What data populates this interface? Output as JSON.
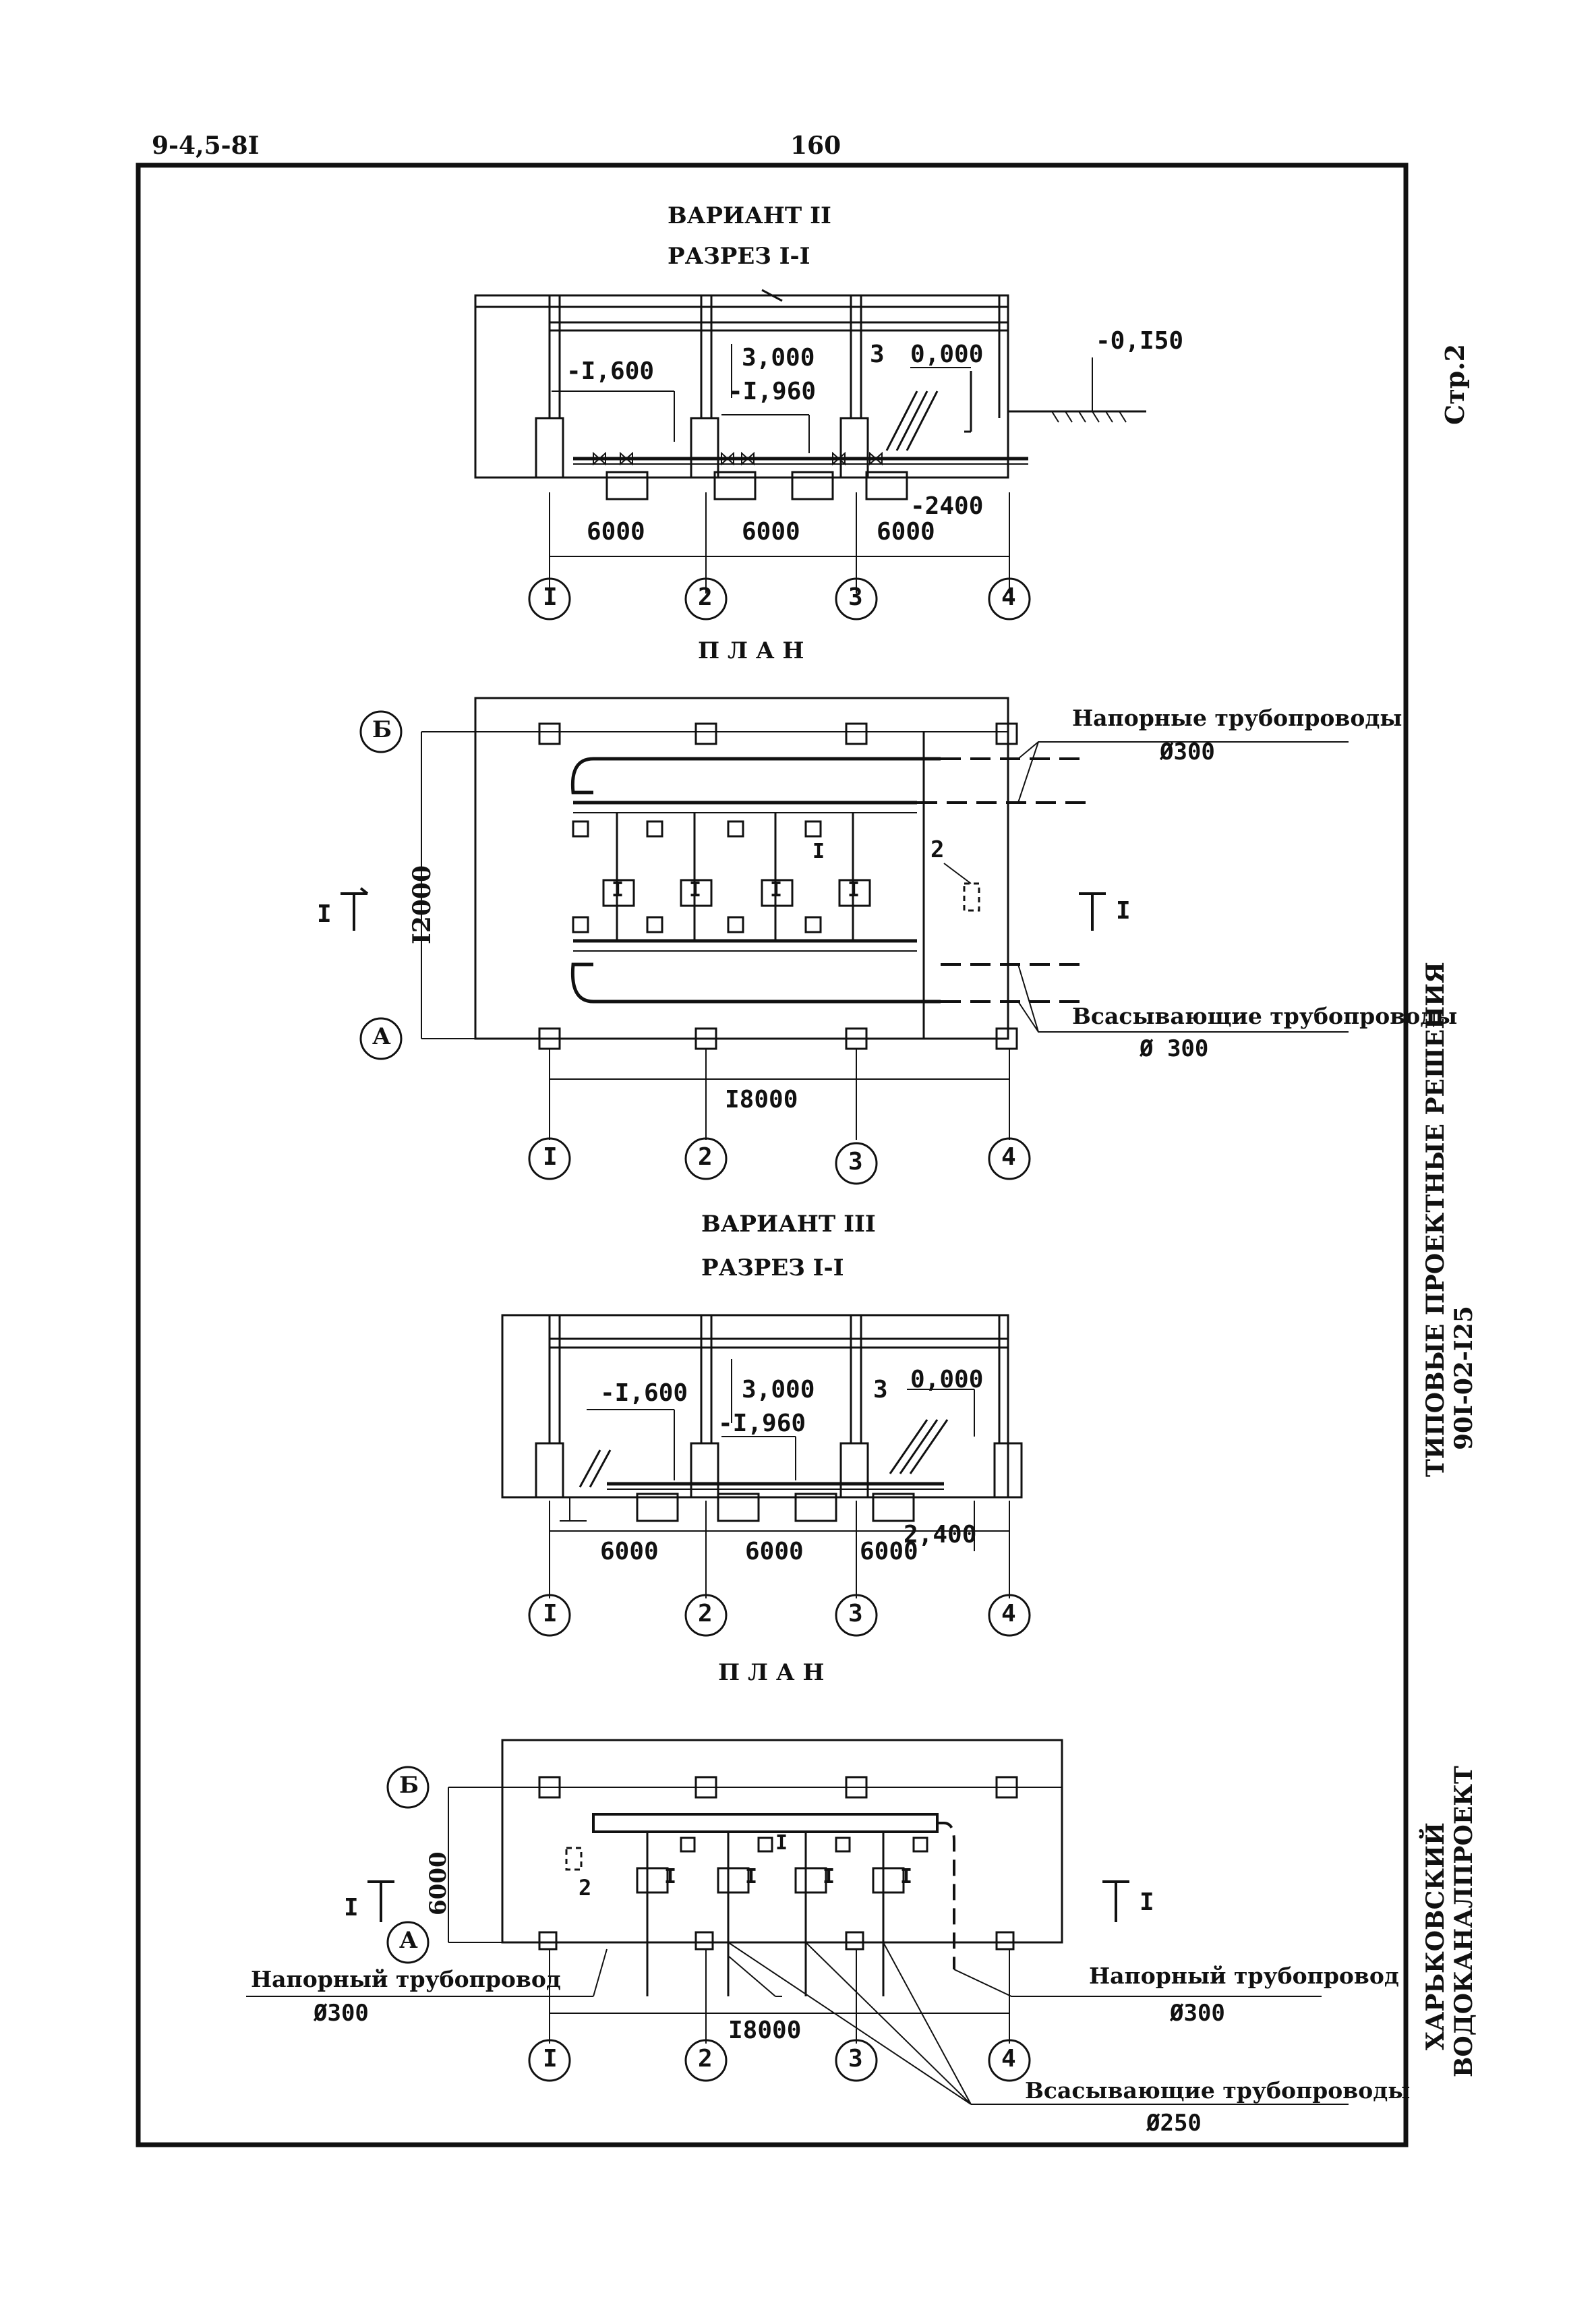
{
  "header": {
    "doc_code": "9-4,5-8I",
    "page_number": "160"
  },
  "side": {
    "sheet": "Стр.2",
    "series_title": "ТИПОВЫЕ ПРОЕКТНЫЕ РЕШЕНИЯ",
    "series_code": "90I-02-I25",
    "org_line1": "ХАРЬКОВСКИЙ",
    "org_line2": "ВОДОКАНАЛПРОЕКТ"
  },
  "v2": {
    "title": "ВАРИАНТ II",
    "section_title": "РАЗРЕЗ I-I",
    "plan_title": "П Л А Н",
    "levels": [
      "-I,600",
      "3,000",
      "-I,960",
      "0,000",
      "-0,I50",
      "-2400",
      "3"
    ],
    "spans": [
      "6000",
      "6000",
      "6000"
    ],
    "axes": [
      "I",
      "2",
      "3",
      "4"
    ],
    "rows": [
      "Б",
      "А"
    ],
    "pump_mark": "I",
    "item2": "2",
    "cut_mark": "I",
    "width_dim": "I2000",
    "length_dim": "I8000",
    "discharge_label": "Напорные трубопроводы",
    "discharge_dia": "Ø300",
    "suction_label": "Всасывающие трубопроводы",
    "suction_dia": "Ø 300"
  },
  "v3": {
    "title": "ВАРИАНТ III",
    "section_title": "РАЗРЕЗ I-I",
    "plan_title": "П Л А Н",
    "levels": [
      "-I,600",
      "3,000",
      "-I,960",
      "3",
      "0,000",
      "2,400"
    ],
    "spans": [
      "6000",
      "6000",
      "6000"
    ],
    "axes": [
      "I",
      "2",
      "3",
      "4"
    ],
    "rows": [
      "Б",
      "А"
    ],
    "pump_mark": "I",
    "item2": "2",
    "cut_mark": "I",
    "width_dim": "6000",
    "length_dim": "I8000",
    "discharge_left_label": "Напорный трубопровод",
    "discharge_left_dia": "Ø300",
    "discharge_right_label": "Напорный трубопровод",
    "discharge_right_dia": "Ø300",
    "suction_label": "Всасывающие трубопроводы",
    "suction_dia": "Ø250"
  }
}
